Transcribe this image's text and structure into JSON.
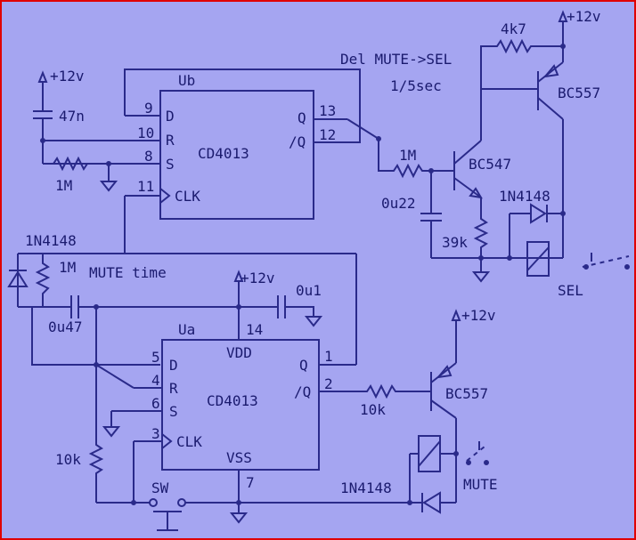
{
  "colors": {
    "background": "#a5a5f1",
    "frame": "#e00000",
    "ink": "#2a2a8a",
    "text": "#1a1a6e"
  },
  "supply": "+12v",
  "ub": {
    "name": "Ub",
    "part": "CD4013",
    "pins": {
      "d_num": "9",
      "d": "D",
      "r_num": "10",
      "r": "R",
      "s_num": "8",
      "s": "S",
      "clk_num": "11",
      "clk": "CLK",
      "q_num": "13",
      "q": "Q",
      "qn_num": "12",
      "qn": "/Q"
    }
  },
  "ua": {
    "name": "Ua",
    "part": "CD4013",
    "pins": {
      "d_num": "5",
      "d": "D",
      "r_num": "4",
      "r": "R",
      "s_num": "6",
      "s": "S",
      "clk_num": "3",
      "clk": "CLK",
      "q_num": "1",
      "q": "Q",
      "qn_num": "2",
      "qn": "/Q",
      "vdd_num": "14",
      "vdd": "VDD",
      "vss_num": "7",
      "vss": "VSS"
    }
  },
  "labels": {
    "c47n": "47n",
    "r1m_left": "1M",
    "d1n4148_left": "1N4148",
    "r1m_mute": "1M",
    "mute_time": "MUTE time",
    "c0u47": "0u47",
    "c0u1": "0u1",
    "r10k_left": "10k",
    "sw": "SW",
    "del1": "Del MUTE->SEL",
    "del2": "1/5sec",
    "r1m_mid": "1M",
    "c0u22": "0u22",
    "bc547": "BC547",
    "r4k7": "4k7",
    "bc557_top": "BC557",
    "d1n4148_right": "1N4148",
    "r39k": "39k",
    "sel": "SEL",
    "r10k_right": "10k",
    "bc557_bot": "BC557",
    "d1n4148_bot": "1N4148",
    "mute": "MUTE"
  }
}
